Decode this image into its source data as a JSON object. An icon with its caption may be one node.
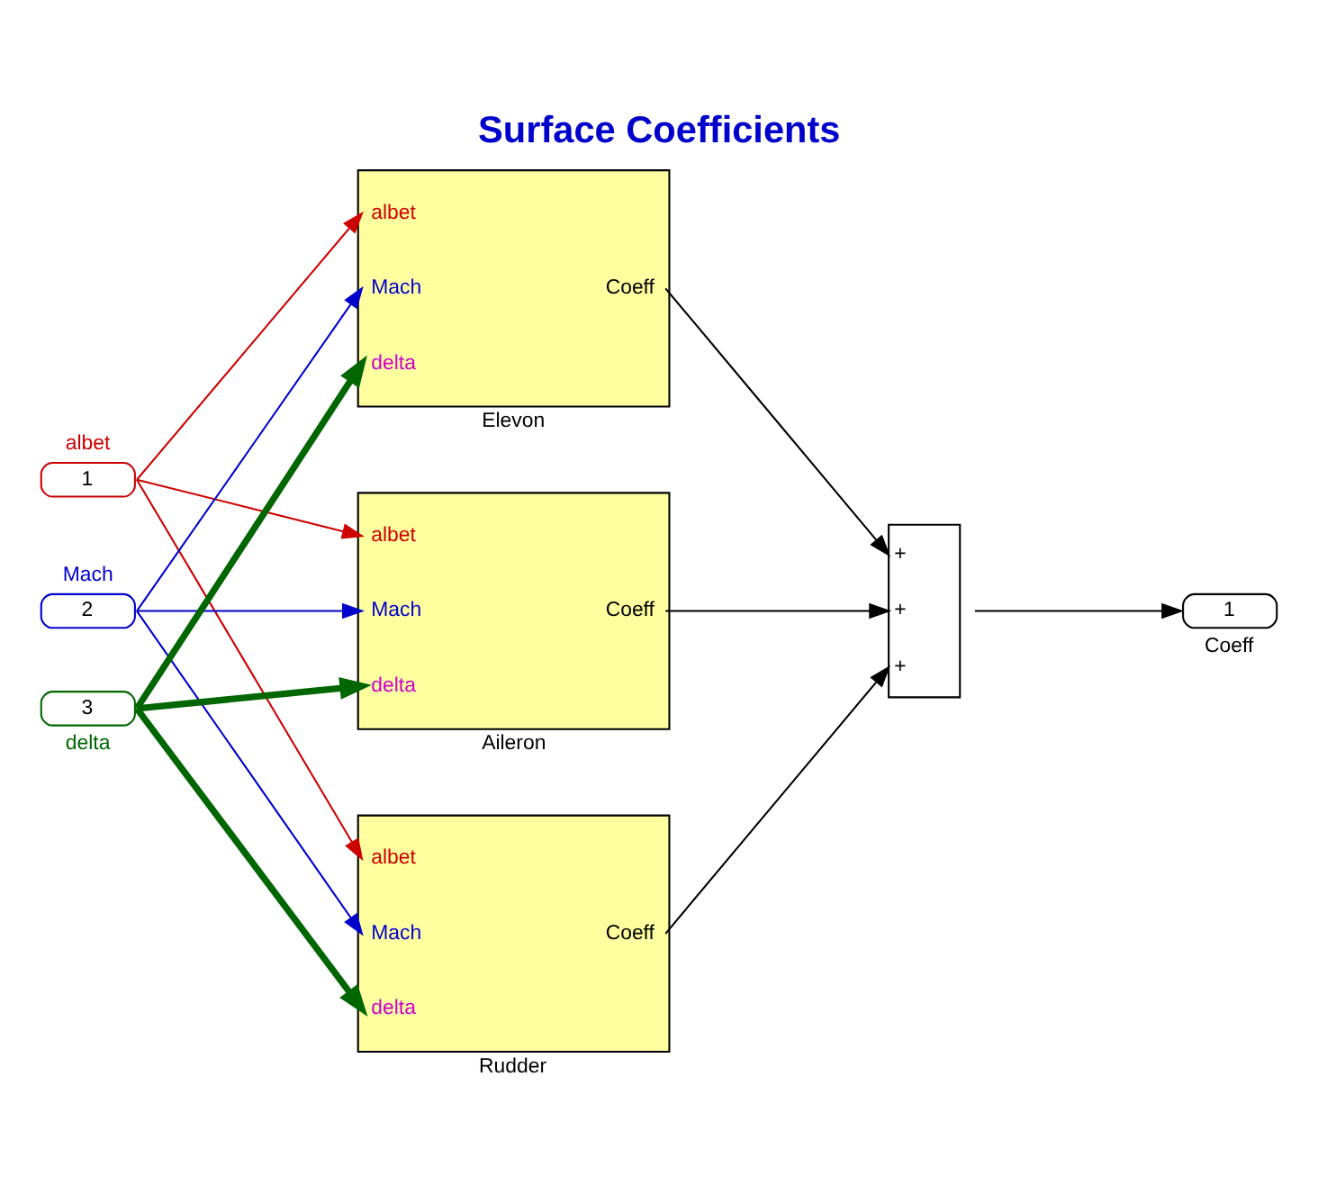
{
  "diagram": {
    "title": "Surface Coefficients",
    "nodes": [
      {
        "text": [
          "1"
        ],
        "beside": [
          "albet"
        ]
      },
      {
        "text": [
          "2"
        ],
        "beside": [
          "Mach"
        ]
      },
      {
        "text": [
          "3"
        ],
        "beside": [
          "delta"
        ]
      },
      {
        "text": [
          "albet",
          "Mach",
          "delta",
          "Coeff"
        ],
        "beside": [
          "Elevon"
        ]
      },
      {
        "text": [
          "albet",
          "Mach",
          "delta",
          "Coeff"
        ],
        "beside": [
          "Aileron"
        ]
      },
      {
        "text": [
          "albet",
          "Mach",
          "delta",
          "Coeff"
        ],
        "beside": [
          "Rudder"
        ]
      },
      {
        "text": [
          "+",
          "+",
          "+"
        ]
      },
      {
        "text": [
          "1"
        ],
        "beside": [
          "Coeff"
        ]
      }
    ],
    "edges": [
      {
        "from": 0,
        "to": 3,
        "arrow": "to",
        "color": "#cc0000"
      },
      {
        "from": 0,
        "to": 4,
        "arrow": "to",
        "color": "#cc0000"
      },
      {
        "from": 0,
        "to": 5,
        "arrow": "to",
        "color": "#cc0000"
      },
      {
        "from": 1,
        "to": 3,
        "arrow": "to",
        "color": "#0000cc"
      },
      {
        "from": 1,
        "to": 4,
        "arrow": "to",
        "color": "#0000cc"
      },
      {
        "from": 1,
        "to": 5,
        "arrow": "to",
        "color": "#0000cc"
      },
      {
        "from": 2,
        "to": 3,
        "arrow": "to",
        "style": "thick",
        "color": "#006600"
      },
      {
        "from": 2,
        "to": 4,
        "arrow": "to",
        "style": "thick",
        "color": "#006600"
      },
      {
        "from": 2,
        "to": 5,
        "arrow": "to",
        "style": "thick",
        "color": "#006600"
      },
      {
        "from": 3,
        "to": 6,
        "arrow": "to"
      },
      {
        "from": 4,
        "to": 6,
        "arrow": "to"
      },
      {
        "from": 5,
        "to": 6,
        "arrow": "to"
      },
      {
        "from": 6,
        "to": 7,
        "arrow": "to"
      }
    ]
  }
}
